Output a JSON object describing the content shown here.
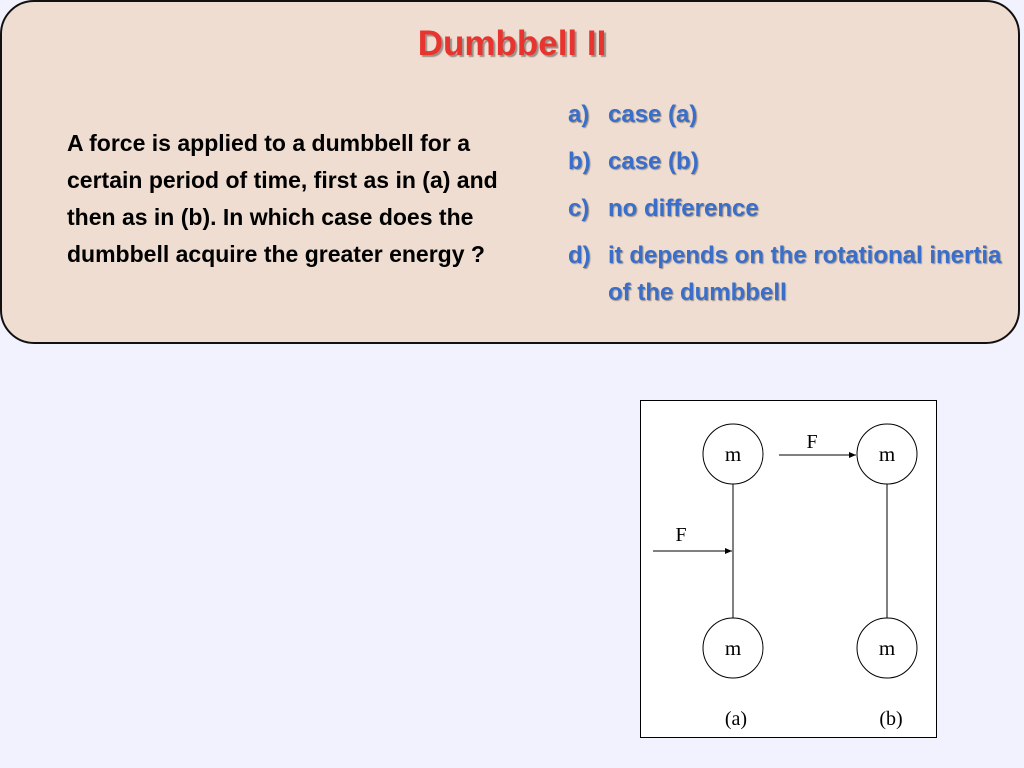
{
  "slide": {
    "title": "Dumbbell II",
    "question": "A force is applied to a dumbbell for a certain period of time, first as in (a) and then as in (b). In which case does the dumbbell acquire the greater energy ?",
    "answers": [
      {
        "letter": "a)",
        "text": "case (a)"
      },
      {
        "letter": "b)",
        "text": "case (b)"
      },
      {
        "letter": "c)",
        "text": "no difference"
      },
      {
        "letter": "d)",
        "text": "it depends on the rotational inertia of the dumbbell"
      }
    ],
    "colors": {
      "background": "#f1f2fe",
      "panel": "#eeddd0",
      "title": "#e8332e",
      "answers": "#3a6ecb"
    }
  },
  "figure": {
    "mass_label": "m",
    "force_label": "F",
    "case_a_label": "(a)",
    "case_b_label": "(b)"
  }
}
